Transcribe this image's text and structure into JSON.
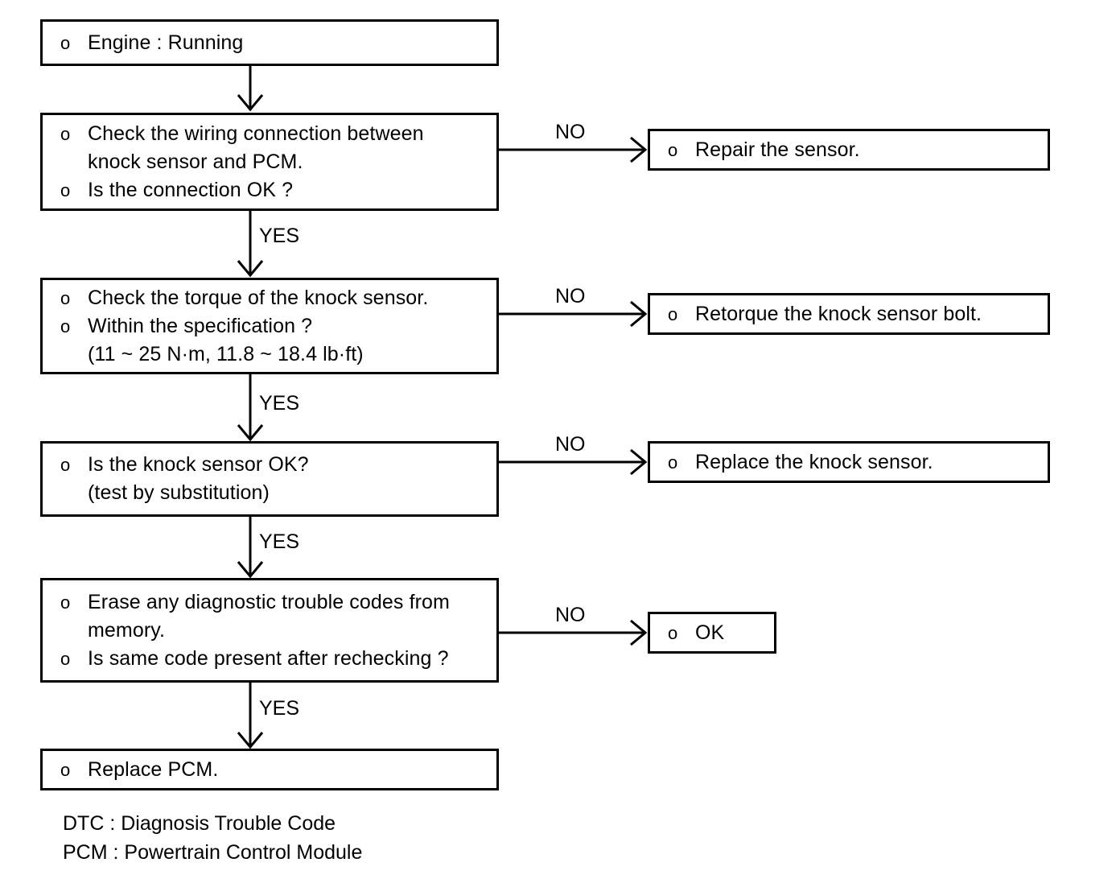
{
  "diagram": {
    "title": "Knock Sensor Diagnosis Flowchart",
    "stroke_color": "#000000",
    "background_color": "#ffffff",
    "bullet_glyph": "o"
  },
  "nodes": {
    "engine_running": {
      "lines": [
        "Engine : Running"
      ]
    },
    "check_wiring": {
      "lines": [
        "Check the wiring connection between",
        "knock sensor and PCM.",
        "Is the connection OK ?"
      ]
    },
    "check_torque": {
      "lines": [
        "Check the torque of the knock sensor.",
        "Within the specification ?",
        "(11 ~ 25 N·m, 11.8 ~ 18.4 lb·ft)"
      ]
    },
    "sensor_ok": {
      "lines": [
        "Is the knock sensor OK?",
        "(test by substitution)"
      ]
    },
    "erase_codes": {
      "lines": [
        "Erase any diagnostic trouble codes from",
        "memory.",
        "Is same code present after rechecking ?"
      ]
    },
    "replace_pcm": {
      "lines": [
        "Replace PCM."
      ]
    },
    "repair_sensor": {
      "lines": [
        "Repair the sensor."
      ]
    },
    "retorque_bolt": {
      "lines": [
        "Retorque the knock sensor bolt."
      ]
    },
    "replace_sensor": {
      "lines": [
        "Replace the knock sensor."
      ]
    },
    "ok_result": {
      "lines": [
        "OK"
      ]
    }
  },
  "edge_labels": {
    "no_1": "NO",
    "no_2": "NO",
    "no_3": "NO",
    "no_4": "NO",
    "yes_1": "YES",
    "yes_2": "YES",
    "yes_3": "YES",
    "yes_4": "YES"
  },
  "legend": {
    "dtc": "DTC : Diagnosis Trouble Code",
    "pcm": "PCM : Powertrain Control Module"
  }
}
